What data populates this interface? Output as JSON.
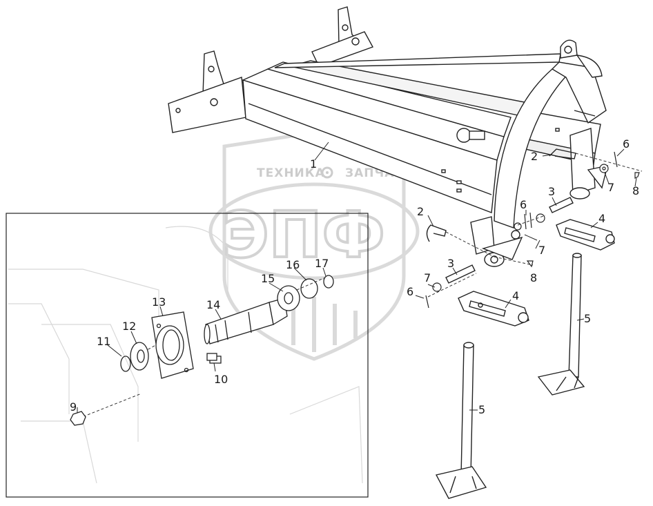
{
  "watermark": {
    "top_text_left": "ТЕХНИКА",
    "top_text_right": "ЗАПЧАСТИ",
    "big_text": "ЭПФ",
    "icon": "gear-icon"
  },
  "part_labels": {
    "frame": "1",
    "pin_bent": "2",
    "pin_straight": "3",
    "hinge_bracket": "4",
    "support_leg": "5",
    "cotter": "6",
    "washer": "7",
    "clip": "8",
    "nut": "9",
    "bolt": "10",
    "ring": "11",
    "seal": "12",
    "bearing_housing": "13",
    "shaft": "14",
    "spacer": "15",
    "retaining_ring": "16",
    "bushing": "17"
  }
}
